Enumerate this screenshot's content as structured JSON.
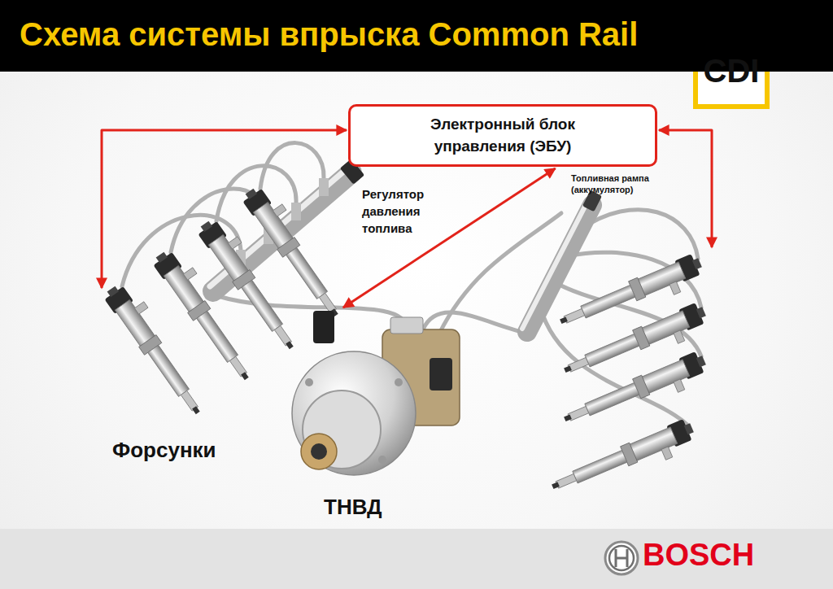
{
  "diagram": {
    "title": "Схема системы впрыска Common Rail",
    "nodes": [
      {
        "text": [
          "Электронный блок управления (ЭБУ)"
        ]
      }
    ],
    "labels": [
      "Регулятор давления топлива",
      "Топливная рампа (аккумулятор)",
      "Форсунки",
      "ТНВД",
      "CDI",
      "BOSCH"
    ]
  }
}
